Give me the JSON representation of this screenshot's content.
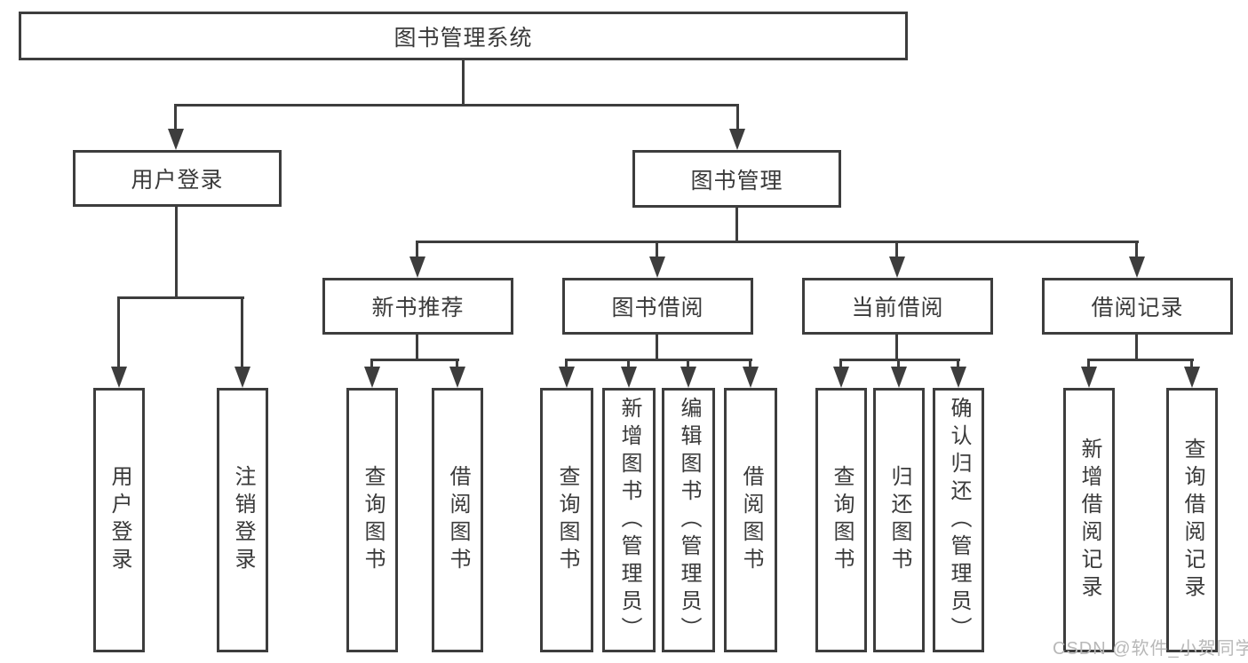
{
  "title": "图书管理系统",
  "branches": [
    {
      "label": "用户登录",
      "leaves": [
        "用户登录",
        "注销登录"
      ]
    },
    {
      "label": "图书管理",
      "children": [
        {
          "label": "新书推荐",
          "leaves": [
            "查询图书",
            "借阅图书"
          ]
        },
        {
          "label": "图书借阅",
          "leaves": [
            "查询图书",
            "新增图书（管理员）",
            "编辑图书（管理员）",
            "借阅图书"
          ]
        },
        {
          "label": "当前借阅",
          "leaves": [
            "查询图书",
            "归还图书",
            "确认归还（管理员）"
          ]
        },
        {
          "label": "借阅记录",
          "leaves": [
            "新增借阅记录",
            "查询借阅记录"
          ]
        }
      ]
    }
  ],
  "watermark": "CSDN @软件_小贺同学",
  "colors": {
    "line": "#3d3d3d",
    "text": "#3a3a3a",
    "background": "#ffffff",
    "watermark": "#b8b8b8"
  }
}
